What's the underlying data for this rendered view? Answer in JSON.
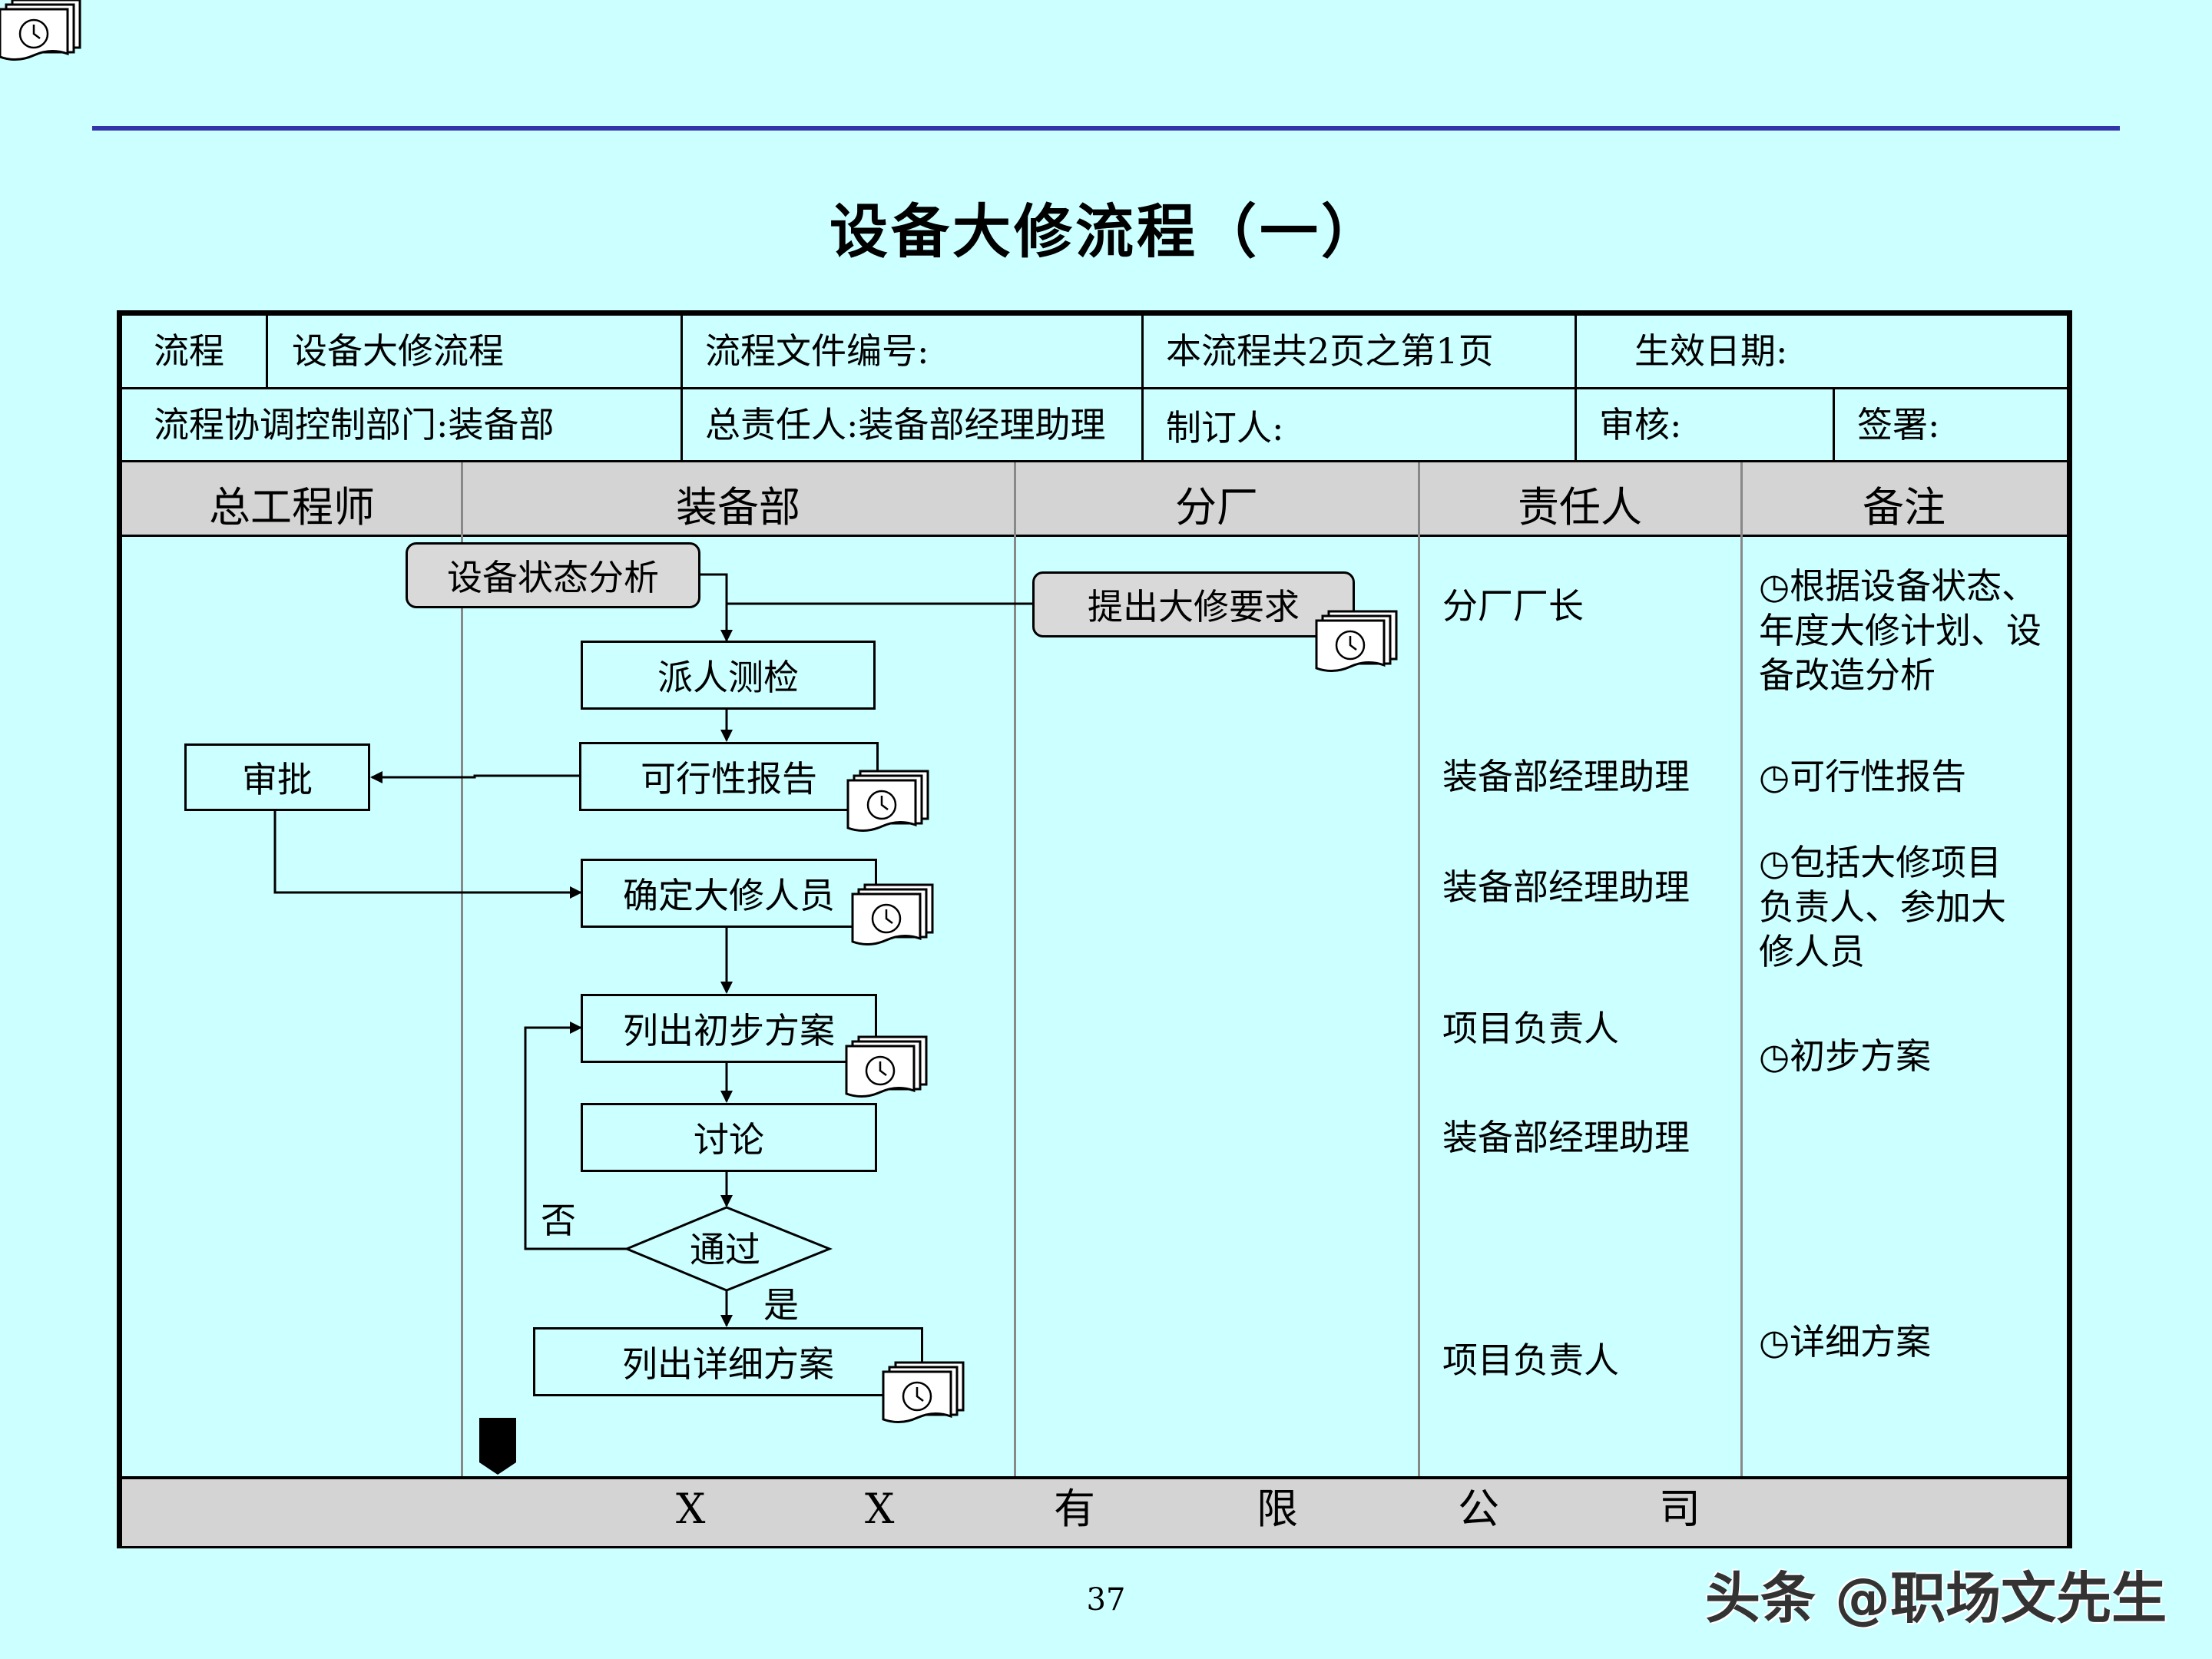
{
  "title": "设备大修流程（一）",
  "header": {
    "row1": {
      "label": "流程",
      "name": "设备大修流程",
      "file_no": "流程文件编号:",
      "pages": "本流程共2页之第1页",
      "date": "生效日期:"
    },
    "row2": {
      "dept": "流程协调控制部门:装备部",
      "owner": "总责任人:装备部经理助理",
      "maker": "制订人:",
      "review": "审核:",
      "sign": "签署:"
    }
  },
  "lanes": [
    "总工程师",
    "装备部",
    "分厂",
    "责任人",
    "备注"
  ],
  "nodes": {
    "status_analysis": "设备状态分析",
    "request": "提出大修要求",
    "inspect": "派人测检",
    "feasibility": "可行性报告",
    "approve": "审批",
    "staff": "确定大修人员",
    "prelim": "列出初步方案",
    "discuss": "讨论",
    "pass": "通过",
    "detail": "列出详细方案",
    "no_label": "否",
    "yes_label": "是"
  },
  "responsible": [
    "分厂厂长",
    "装备部经理助理",
    "装备部经理助理",
    "项目负责人",
    "装备部经理助理",
    "项目负责人"
  ],
  "notes": [
    "根据设备状态、年度大修计划、设备改造分析",
    "可行性报告",
    "包括大修项目负责人、参加大修人员",
    "初步方案",
    "详细方案"
  ],
  "footer": [
    "X",
    "X",
    "有",
    "限",
    "公",
    "司"
  ],
  "page_number": "37",
  "watermark": "头条 @职场文先生"
}
